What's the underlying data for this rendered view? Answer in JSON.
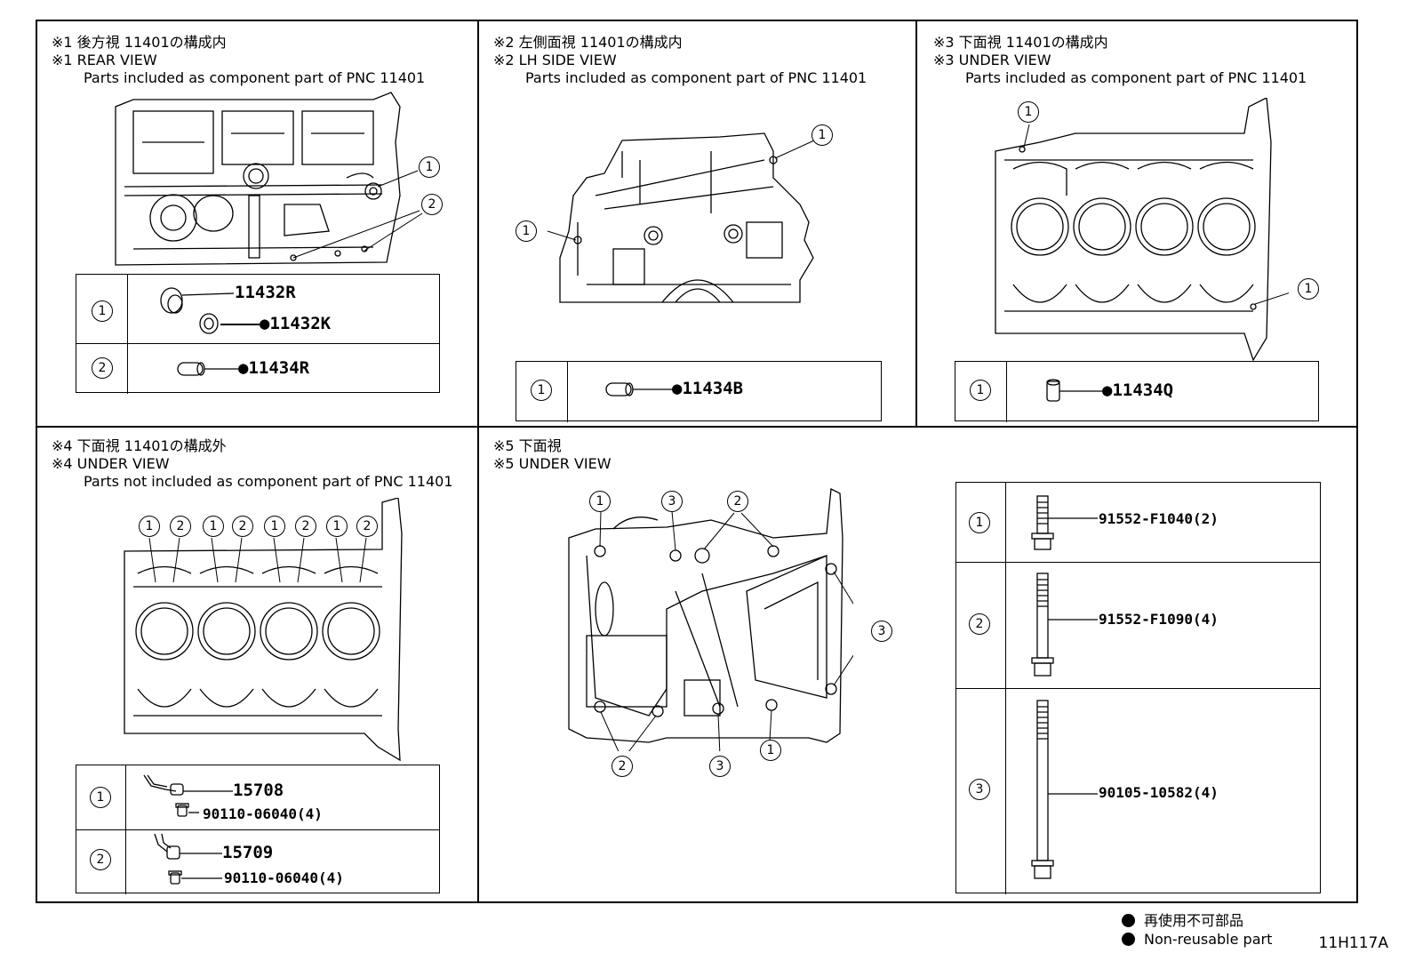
{
  "panels": [
    {
      "id": "p1",
      "line1": "※1 後方視 11401の構成内",
      "line2": "※1 REAR VIEW",
      "line3": "Parts included as component part of PNC 11401"
    },
    {
      "id": "p2",
      "line1": "※2 左側面視 11401の構成内",
      "line2": "※2  LH SIDE VIEW",
      "line3": "Parts included as component part of PNC 11401"
    },
    {
      "id": "p3",
      "line1": "※3 下面視 11401の構成内",
      "line2": "※3 UNDER VIEW",
      "line3": "Parts included as component part of PNC 11401"
    },
    {
      "id": "p4",
      "line1": "※4 下面視 11401の構成外",
      "line2": "※4 UNDER VIEW",
      "line3": "Parts not included as component part of PNC 11401"
    },
    {
      "id": "p5",
      "line1": "※5 下面視",
      "line2": "※5 UNDER VIEW",
      "line3": ""
    }
  ],
  "callouts": {
    "one": "1",
    "two": "2",
    "three": "3"
  },
  "parts": {
    "p1_r1a": "11432R",
    "p1_r1b": "●11432K",
    "p1_r2": "●11434R",
    "p2_r1": "●11434B",
    "p3_r1": "●11434Q",
    "p4_r1a": "15708",
    "p4_r1b": "90110-06040(4)",
    "p4_r2a": "15709",
    "p4_r2b": "90110-06040(4)",
    "p5_r1": "91552-F1040(2)",
    "p5_r2": "91552-F1090(4)",
    "p5_r3": "90105-10582(4)"
  },
  "legend": {
    "jp": "再使用不可部品",
    "en": "Non-reusable part"
  },
  "figure_code": "11H117A"
}
